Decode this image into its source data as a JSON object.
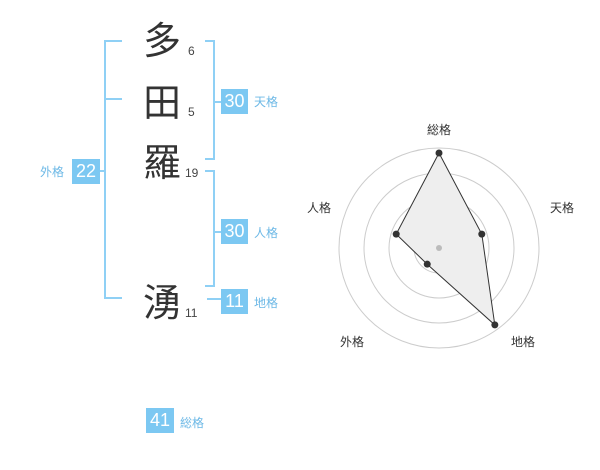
{
  "characters": [
    {
      "char": "多",
      "strokes": "6"
    },
    {
      "char": "田",
      "strokes": "5"
    },
    {
      "char": "羅",
      "strokes": "19"
    },
    {
      "char": "湧",
      "strokes": "11"
    }
  ],
  "fortunes": {
    "tenkaku": {
      "label": "天格",
      "value": "30"
    },
    "jinkaku": {
      "label": "人格",
      "value": "30"
    },
    "chikaku": {
      "label": "地格",
      "value": "11"
    },
    "gaikaku": {
      "label": "外格",
      "value": "22"
    },
    "soukaku": {
      "label": "総格",
      "value": "41"
    }
  },
  "chart_data": {
    "type": "radar",
    "axes": [
      "総格",
      "天格",
      "地格",
      "外格",
      "人格"
    ],
    "values": [
      0.95,
      0.45,
      0.95,
      0.2,
      0.45
    ],
    "rings": 4,
    "colors": {
      "fill": "#eeeeee",
      "line": "#333333",
      "ring": "#cccccc",
      "center": "#bbbbbb"
    }
  },
  "colors": {
    "accent": "#7cc8f2",
    "accent_text": "#6cb8e6"
  }
}
